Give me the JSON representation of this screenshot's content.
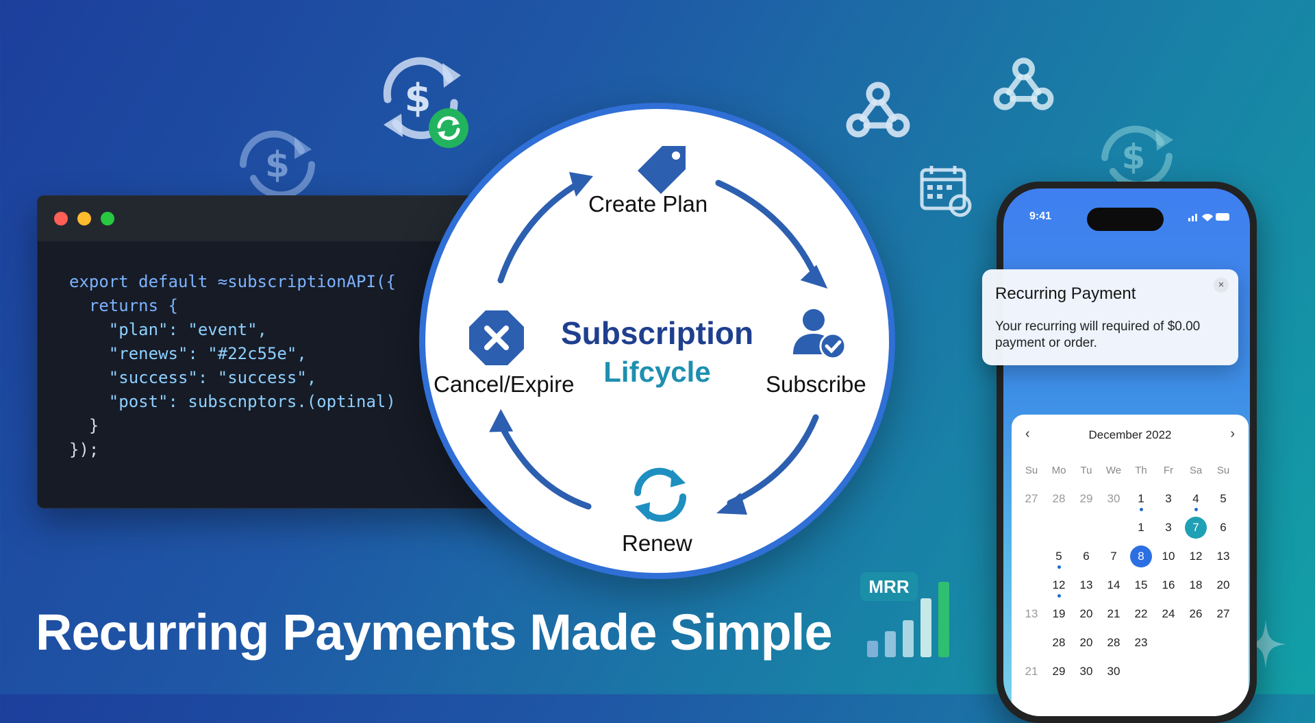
{
  "headline": "Recurring Payments Made Simple",
  "code": {
    "lines": [
      "export default ≈subscriptionAPI({",
      "  returns {",
      "    \"plan\": \"event\",",
      "    \"renews\": \"#22c55e\",",
      "    \"success\": \"success\",",
      "    \"post\": subscnptors.(optinal)",
      "  }",
      "});"
    ],
    "dot_colors": [
      "#ff5f57",
      "#febc2e",
      "#28c840"
    ]
  },
  "lifecycle": {
    "title_line1": "Subscription",
    "title_line2": "Lifcycle",
    "stages": {
      "create": "Create Plan",
      "subscribe": "Subscribe",
      "renew": "Renew",
      "cancel": "Cancel/Expire"
    },
    "colors": {
      "primary": "#2f6fd6",
      "title": "#1f3f8f",
      "title2": "#1e8fb0"
    }
  },
  "phone": {
    "status_time": "9:41",
    "notification": {
      "title": "Recurring Payment",
      "body": "Your recurring will required of $0.00 payment or order.",
      "close": "×"
    },
    "calendar": {
      "month": "December 2022",
      "prev": "‹",
      "next": "›",
      "weekdays": [
        "Su",
        "Mo",
        "Tu",
        "We",
        "Th",
        "Fr",
        "Sa",
        "Su"
      ],
      "rows": [
        [
          {
            "d": "27",
            "m": true
          },
          {
            "d": "28",
            "m": true
          },
          {
            "d": "29",
            "m": true
          },
          {
            "d": "30",
            "m": true
          },
          {
            "d": "1",
            "dot": true
          },
          {
            "d": "3"
          },
          {
            "d": "4",
            "dot": true
          },
          {
            "d": "5"
          }
        ],
        [
          {
            "d": ""
          },
          {
            "d": ""
          },
          {
            "d": ""
          },
          {
            "d": ""
          },
          {
            "d": "1"
          },
          {
            "d": "3"
          },
          {
            "d": "7",
            "sel": "teal"
          },
          {
            "d": "6"
          }
        ],
        [
          {
            "d": ""
          },
          {
            "d": "5",
            "dot": true
          },
          {
            "d": "6"
          },
          {
            "d": "7"
          },
          {
            "d": "8",
            "sel": "blue"
          },
          {
            "d": "10"
          },
          {
            "d": "12"
          },
          {
            "d": "13"
          }
        ],
        [
          {
            "d": ""
          },
          {
            "d": "12",
            "dot": true
          },
          {
            "d": "13"
          },
          {
            "d": "14"
          },
          {
            "d": "15"
          },
          {
            "d": "16"
          },
          {
            "d": "18"
          },
          {
            "d": "20"
          }
        ],
        [
          {
            "d": "13",
            "m": true
          },
          {
            "d": "19"
          },
          {
            "d": "20"
          },
          {
            "d": "21"
          },
          {
            "d": "22"
          },
          {
            "d": "24"
          },
          {
            "d": "26"
          },
          {
            "d": "27"
          }
        ],
        [
          {
            "d": ""
          },
          {
            "d": "28"
          },
          {
            "d": "20"
          },
          {
            "d": "28"
          },
          {
            "d": "23"
          },
          {
            "d": ""
          },
          {
            "d": ""
          },
          {
            "d": ""
          }
        ],
        [
          {
            "d": "21",
            "m": true
          },
          {
            "d": "29"
          },
          {
            "d": "30"
          },
          {
            "d": "30"
          },
          {
            "d": ""
          },
          {
            "d": ""
          },
          {
            "d": ""
          },
          {
            "d": ""
          }
        ]
      ]
    }
  },
  "mrr": {
    "label": "MRR",
    "bar_colors": [
      "#7fb0d8",
      "#8fc2dc",
      "#a9d6e2",
      "#c6e8e6",
      "#2fbf71"
    ]
  },
  "icons": [
    "dollar-cycle-icon",
    "sync-icon",
    "webhook-icon",
    "calendar-sync-icon",
    "sparkle-icon"
  ]
}
